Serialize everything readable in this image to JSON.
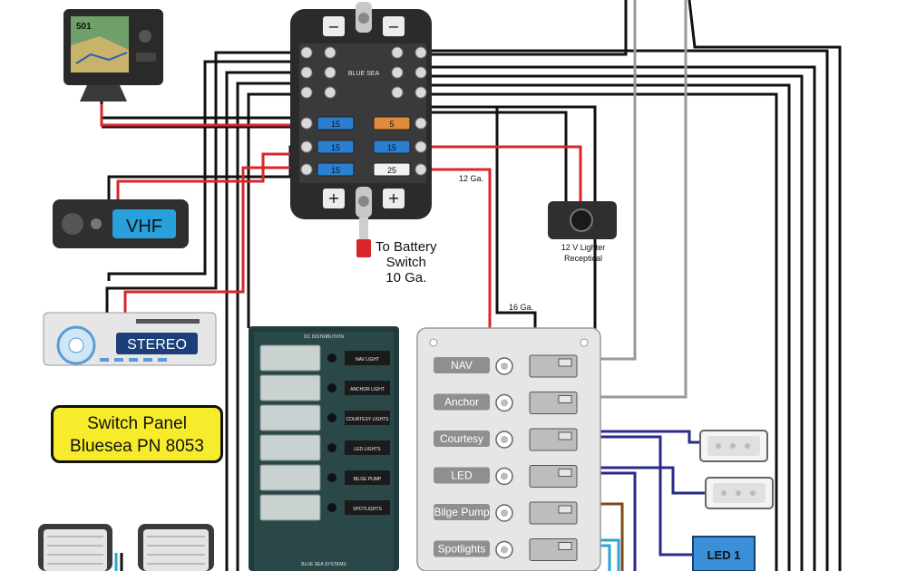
{
  "battery_label": {
    "line1": "To Battery",
    "line2": "Switch",
    "line3": "10 Ga."
  },
  "lighter_label": {
    "line1": "12 V  Lighter",
    "line2": "Receptical"
  },
  "gauge_labels": {
    "main": "12 Ga.",
    "branch": "16 Ga."
  },
  "callout": {
    "line1": "Switch Panel",
    "line2": "Bluesea  PN  8053"
  },
  "vhf_label": "VHF",
  "stereo_label": "STEREO",
  "gps_screen_text": "501",
  "fuse_block": {
    "brand": "BLUE SEA",
    "fuses": [
      {
        "value": "15",
        "color": "#2a7fd1"
      },
      {
        "value": "5",
        "color": "#e08a3c"
      },
      {
        "value": "15",
        "color": "#2a7fd1"
      },
      {
        "value": "15",
        "color": "#2a7fd1"
      },
      {
        "value": "15",
        "color": "#2a7fd1"
      },
      {
        "value": "25",
        "color": "#f2f2f2"
      }
    ]
  },
  "switch_panel": {
    "labels": [
      "NAV",
      "Anchor",
      "Courtesy",
      "LED",
      "Bilge Pump",
      "Spotlights"
    ]
  },
  "dark_panel": {
    "header": "DC DISTRIBUTION",
    "labels": [
      "NAV LIGHT",
      "ANCHOR LIGHT",
      "COURTESY LIGHTS",
      "LED LIGHTS",
      "BILGE PUMP",
      "SPOTLIGHTS"
    ],
    "footer": "BLUE SEA SYSTEMS"
  },
  "led_box_label": "LED 1",
  "colors": {
    "wire_black": "#111111",
    "wire_red": "#d9262b",
    "wire_gray": "#9a9a9a",
    "wire_blue": "#2a2a8a",
    "wire_brown": "#7a4a1e",
    "wire_cyan": "#2aa6d6",
    "callout_fill": "#f7ec2b",
    "led_box": "#3a8fd6"
  }
}
